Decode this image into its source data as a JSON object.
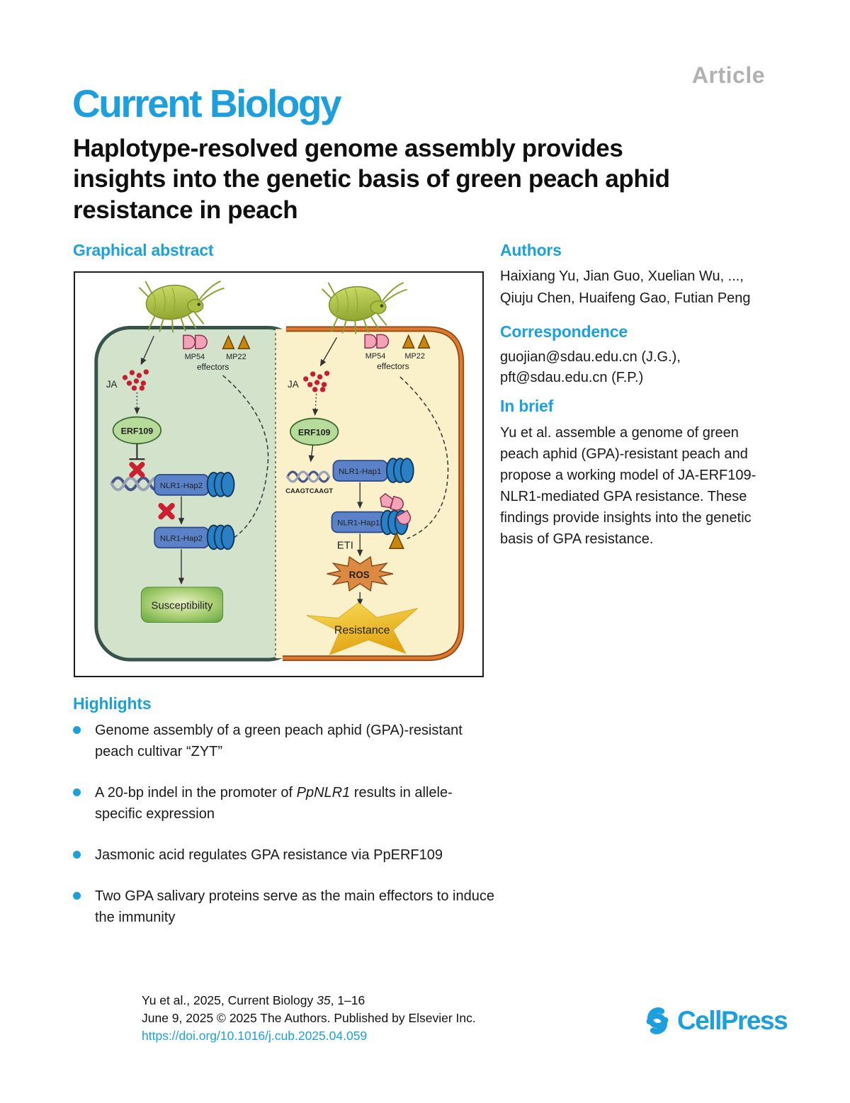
{
  "page": {
    "article_label": "Article",
    "journal_name": "Current Biology",
    "title_lines": [
      "Haplotype-resolved genome assembly provides",
      "insights into the genetic basis of green peach aphid",
      "resistance in peach"
    ]
  },
  "left_column": {
    "graphical_abstract_heading": "Graphical abstract",
    "highlights_heading": "Highlights",
    "highlights": [
      {
        "pre": "Genome assembly of a green peach aphid (GPA)-resistant peach cultivar “ZYT”",
        "italic": "",
        "post": ""
      },
      {
        "pre": "A 20-bp indel in the promoter of ",
        "italic": "PpNLR1",
        "post": " results in allele-specific expression"
      },
      {
        "pre": "Jasmonic acid regulates GPA resistance via PpERF109",
        "italic": "",
        "post": ""
      },
      {
        "pre": "Two GPA salivary proteins serve as the main effectors to induce the immunity",
        "italic": "",
        "post": ""
      }
    ]
  },
  "right_column": {
    "authors_heading": "Authors",
    "authors_line1": "Haixiang Yu, Jian Guo, Xuelian Wu, ...,",
    "authors_line2": "Qiuju Chen, Huaifeng Gao, Futian Peng",
    "correspondence_heading": "Correspondence",
    "correspondence_line1": "guojian@sdau.edu.cn (J.G.),",
    "correspondence_line2": "pft@sdau.edu.cn (F.P.)",
    "in_brief_heading": "In brief",
    "in_brief_text": "Yu et al. assemble a genome of green peach aphid (GPA)-resistant peach and propose a working model of JA-ERF109-NLR1-mediated GPA resistance. These findings provide insights into the genetic basis of GPA resistance."
  },
  "figure": {
    "left_cell": {
      "ja_label": "JA",
      "erf_label": "ERF109",
      "mp54_label": "MP54",
      "mp22_label": "MP22",
      "effectors_label": "effectors",
      "nlr_top_label": "NLR1-Hap2",
      "nlr_bottom_label": "NLR1-Hap2",
      "outcome_label": "Susceptibility"
    },
    "right_cell": {
      "ja_label": "JA",
      "erf_label": "ERF109",
      "mp54_label": "MP54",
      "mp22_label": "MP22",
      "effectors_label": "effectors",
      "dna_label": "CAAGTCAAGT",
      "nlr_top_label": "NLR1-Hap1",
      "nlr_bottom_label": "NLR1-Hap1",
      "eti_label": "ETI",
      "ros_label": "ROS",
      "outcome_label": "Resistance"
    }
  },
  "footer": {
    "citation_pre": "Yu et al., 2025, Current Biology ",
    "citation_volume": "35",
    "citation_post": ", 1–16",
    "publication_line": "June 9, 2025 © 2025 The Authors. Published by Elsevier Inc.",
    "doi_link": "https://doi.org/10.1016/j.cub.2025.04.059",
    "publisher_name": "CellPress"
  },
  "colors": {
    "accent_blue": "#1BA1DC",
    "logo_blue": "#1B9FDF",
    "article_gray": "#B1B1B1",
    "left_cell_fill": "#D3E2CB",
    "left_cell_border": "#36544C",
    "right_cell_fill": "#FAF0C9",
    "right_cell_border": "#E0772C",
    "nlr_box_fill": "#5B82C8",
    "membrane_coil_blue": "#2A80C4",
    "ja_dot_red": "#C41E30",
    "red_x": "#CE1F30",
    "mp54_pink": "#F2A3B8",
    "mp22_gold": "#C8860A",
    "erf_green": "#B6DB9A",
    "susceptibility_green": "#68A844",
    "ros_orange": "#DC8A42",
    "resistance_gold": "#EFBF2B",
    "aphid_green": "#A9BF3F"
  }
}
